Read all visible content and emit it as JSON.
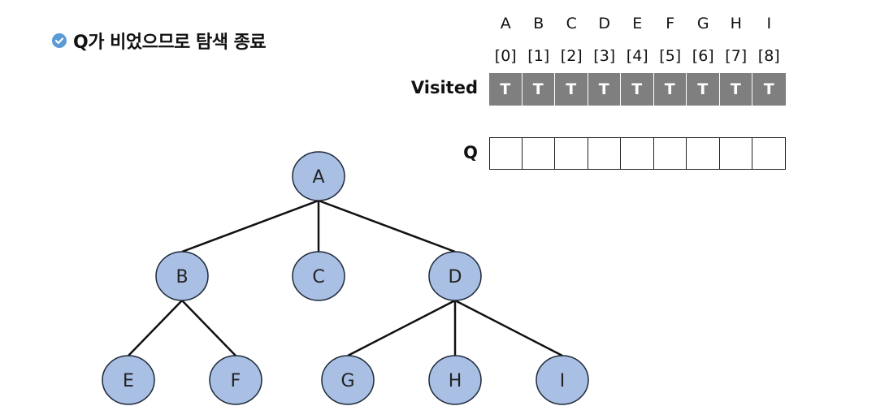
{
  "title": "Q가 비었으므로 탐색 종료",
  "colors": {
    "check_icon": "#5b9bd5",
    "visited_cell": "#7f7f7f",
    "node_fill": "#a9c0e4",
    "node_stroke": "#1f2a3a",
    "edge": "#111111"
  },
  "array": {
    "letters": [
      "A",
      "B",
      "C",
      "D",
      "E",
      "F",
      "G",
      "H",
      "I"
    ],
    "indices": [
      "[0]",
      "[1]",
      "[2]",
      "[3]",
      "[4]",
      "[5]",
      "[6]",
      "[7]",
      "[8]"
    ]
  },
  "visited": {
    "label": "Visited",
    "values": [
      "T",
      "T",
      "T",
      "T",
      "T",
      "T",
      "T",
      "T",
      "T"
    ]
  },
  "queue": {
    "label": "Q",
    "values": [
      "",
      "",
      "",
      "",
      "",
      "",
      "",
      "",
      ""
    ]
  },
  "tree": {
    "nodes": [
      {
        "id": "A",
        "label": "A"
      },
      {
        "id": "B",
        "label": "B"
      },
      {
        "id": "C",
        "label": "C"
      },
      {
        "id": "D",
        "label": "D"
      },
      {
        "id": "E",
        "label": "E"
      },
      {
        "id": "F",
        "label": "F"
      },
      {
        "id": "G",
        "label": "G"
      },
      {
        "id": "H",
        "label": "H"
      },
      {
        "id": "I",
        "label": "I"
      }
    ],
    "edges": [
      [
        "A",
        "B"
      ],
      [
        "A",
        "C"
      ],
      [
        "A",
        "D"
      ],
      [
        "B",
        "E"
      ],
      [
        "B",
        "F"
      ],
      [
        "D",
        "G"
      ],
      [
        "D",
        "H"
      ],
      [
        "D",
        "I"
      ]
    ]
  }
}
